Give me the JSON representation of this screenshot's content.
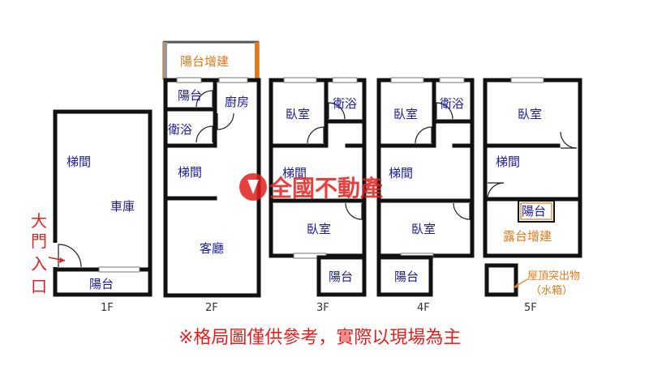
{
  "colors": {
    "room_text": "#1a1aa6",
    "label_orange": "#e07a1c",
    "note_red": "#e0201e",
    "wall": "#111111",
    "logo_red": "#e0201e"
  },
  "watermark": {
    "text": "全國不動產"
  },
  "entrance_label": [
    "大",
    "門",
    "入",
    "口"
  ],
  "floors": {
    "f1": {
      "label": "1F",
      "rooms": [
        "梯間",
        "車庫",
        "陽台"
      ]
    },
    "f2": {
      "label": "2F",
      "top_label": "陽台增建",
      "rooms": [
        "陽台",
        "廚房",
        "衛浴",
        "梯間",
        "客廳"
      ]
    },
    "f3": {
      "label": "3F",
      "rooms": [
        "臥室",
        "衛浴",
        "梯間",
        "臥室",
        "陽台"
      ]
    },
    "f4": {
      "label": "4F",
      "rooms": [
        "臥室",
        "衛浴",
        "梯間",
        "臥室",
        "陽台"
      ]
    },
    "f5": {
      "label": "5F",
      "rooms": [
        "臥室",
        "梯間",
        "陽台",
        "露台增建"
      ]
    }
  },
  "roof_label": [
    "屋頂突出物",
    "（水箱）"
  ],
  "note": "※格局圖僅供參考，實際以現場為主"
}
